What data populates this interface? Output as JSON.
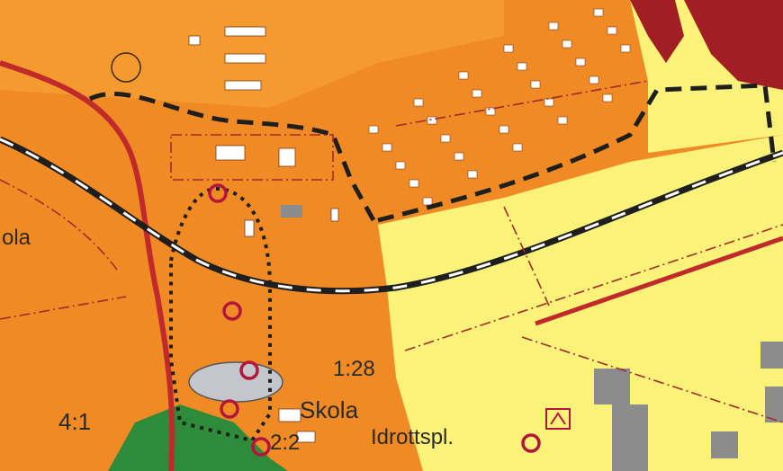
{
  "map": {
    "labels": {
      "ola": "ola",
      "scale_1_28": "1:28",
      "scale_4_1": "4:1",
      "skola": "Skola",
      "scale_2_2": "2:2",
      "idrottspl": "Idrottspl."
    },
    "colors": {
      "built_area": "#f08a24",
      "residential": "#f7941e",
      "open_area": "#fbf27a",
      "green_area": "#2e8b3a",
      "dark_red_area": "#a11e22",
      "water": "#c3c6cc",
      "building": "#8c8c8c",
      "road_red": "#c02a2a",
      "railway": "#1e1e1e",
      "boundary": "#a12a2a",
      "heritage_circle": "#b3163b"
    },
    "symbols": [
      "heritage-circle",
      "protected-building-square",
      "railway-line",
      "municipal-boundary"
    ]
  }
}
